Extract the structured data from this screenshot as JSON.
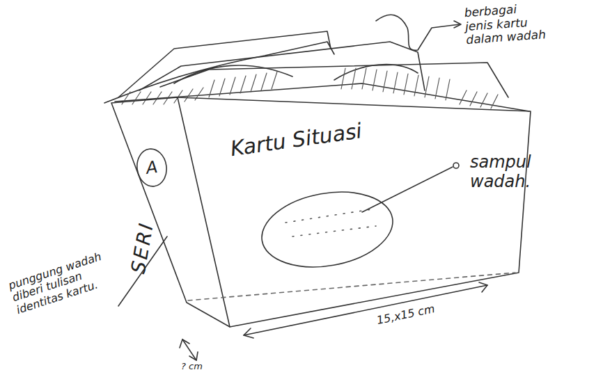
{
  "diagram": {
    "nodes": [
      {
        "text": [
          "A"
        ]
      }
    ],
    "labels": [
      "berbagai jenis kartu dalam wadah",
      "Kartu Situasi",
      "sampul wadah.",
      "SERI",
      "punggung wadah diberi tulisan identitas kartu.",
      "15,x15 cm",
      "? cm"
    ]
  }
}
